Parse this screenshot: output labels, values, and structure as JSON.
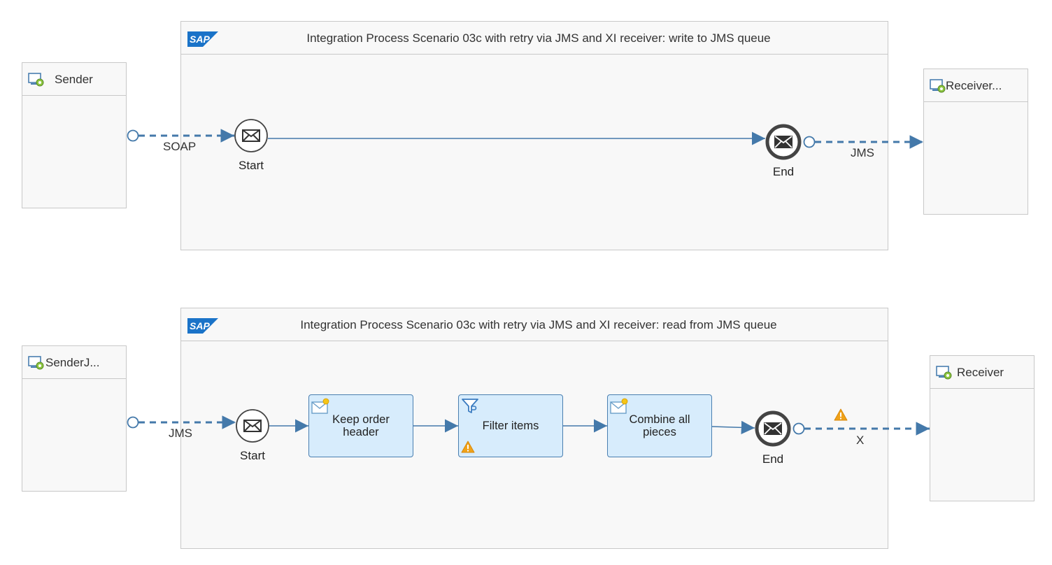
{
  "colors": {
    "flow": "#4479aa",
    "task_fill": "#d7ecfc",
    "task_border": "#4a7fb0",
    "pool_border": "#c8c8c8",
    "pool_fill": "#f8f8f8",
    "warning": "#f0a21a"
  },
  "pool1": {
    "logo": "SAP",
    "title": "Integration Process Scenario 03c with retry via JMS and XI receiver: write to JMS queue",
    "sender": {
      "name": "Sender",
      "icon": "participant-icon"
    },
    "receiver": {
      "name": "Receiver...",
      "icon": "participant-icon"
    },
    "start_label": "Start",
    "end_label": "End",
    "inbound_channel": "SOAP",
    "outbound_channel": "JMS"
  },
  "pool2": {
    "logo": "SAP",
    "title": "Integration Process Scenario 03c with retry via JMS and XI receiver: read from JMS queue",
    "sender": {
      "name": "SenderJ...",
      "icon": "participant-icon"
    },
    "receiver": {
      "name": "Receiver",
      "icon": "participant-icon"
    },
    "start_label": "Start",
    "end_label": "End",
    "inbound_channel": "JMS",
    "outbound_channel": "X",
    "tasks": [
      {
        "label": "Keep order header",
        "icon": "content-modifier-icon",
        "warning": false
      },
      {
        "label": "Filter items",
        "icon": "filter-icon",
        "warning": true
      },
      {
        "label": "Combine all pieces",
        "icon": "content-modifier-icon",
        "warning": false
      }
    ],
    "channel_warning": true
  }
}
